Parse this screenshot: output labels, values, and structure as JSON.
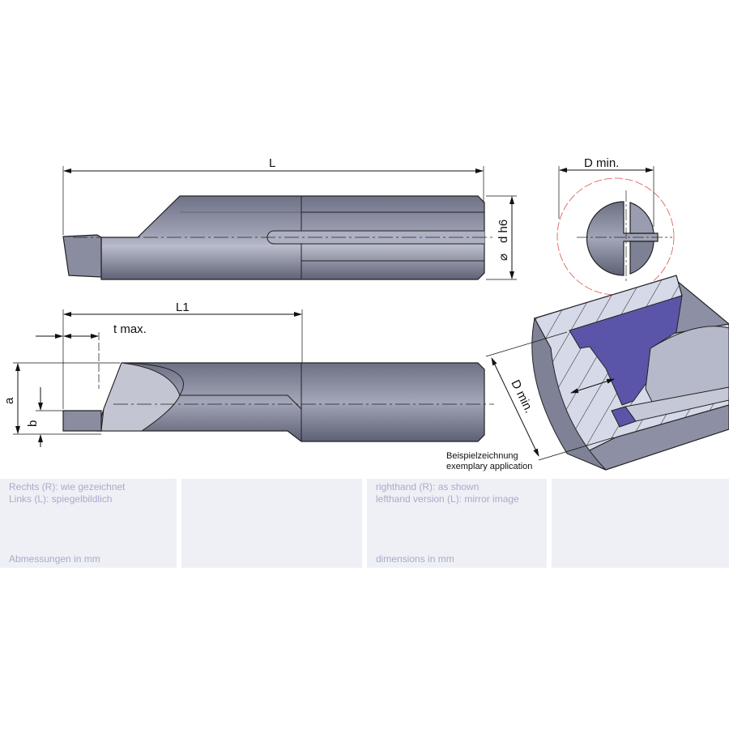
{
  "drawing": {
    "top_view": {
      "length_label": "L",
      "diameter_symbol": "⌀",
      "diameter_label": "d h6"
    },
    "end_view": {
      "label": "D min."
    },
    "side_view": {
      "l1_label": "L1",
      "t_label": "t max.",
      "a_label": "a",
      "b_label": "b"
    },
    "application": {
      "label": "D min.",
      "caption_de": "Beispielzeichnung",
      "caption_en": "exemplary application"
    }
  },
  "colors": {
    "tool": "#7b7e92",
    "cut": "#5a55a8",
    "hatch": "#d3d7e6",
    "panel": "#eff0f5",
    "panel_text": "#a7abca",
    "red_circle": "#d9534f"
  },
  "footer": {
    "de": {
      "line1": "Rechts (R): wie gezeichnet",
      "line2": "Links (L): spiegelbildlich",
      "units": "Abmessungen in mm"
    },
    "en": {
      "line1": "righthand (R): as shown",
      "line2": "lefthand version (L): mirror image",
      "units": "dimensions in mm"
    }
  }
}
